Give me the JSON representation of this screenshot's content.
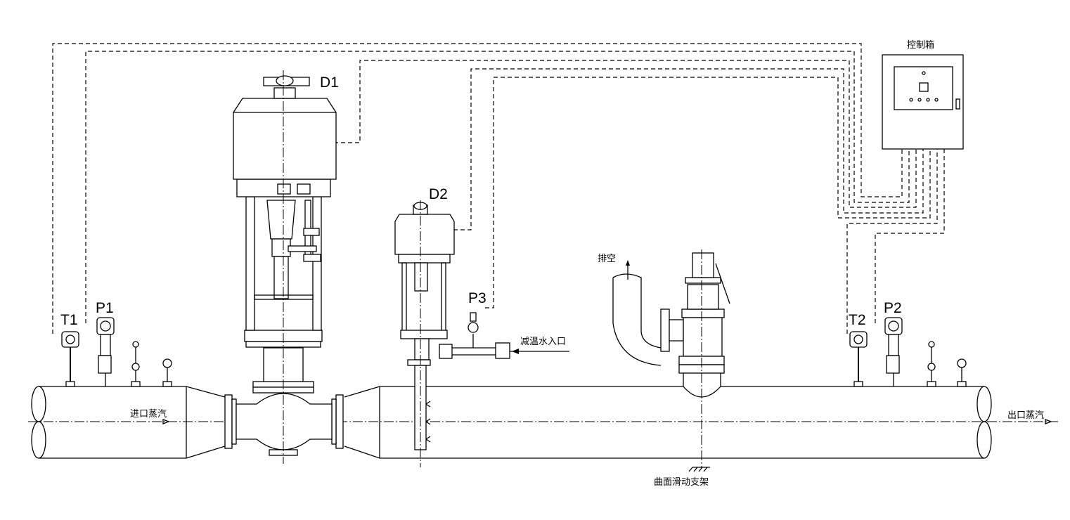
{
  "instruments": {
    "t1": "T1",
    "p1": "P1",
    "d1": "D1",
    "d2": "D2",
    "p3": "P3",
    "t2": "T2",
    "p2": "P2"
  },
  "labels": {
    "control_box": "控制箱",
    "vent": "排空",
    "water_inlet": "减温水入口",
    "steam_inlet": "进口蒸汽",
    "steam_outlet": "出口蒸汽",
    "support": "曲面滑动支架"
  }
}
